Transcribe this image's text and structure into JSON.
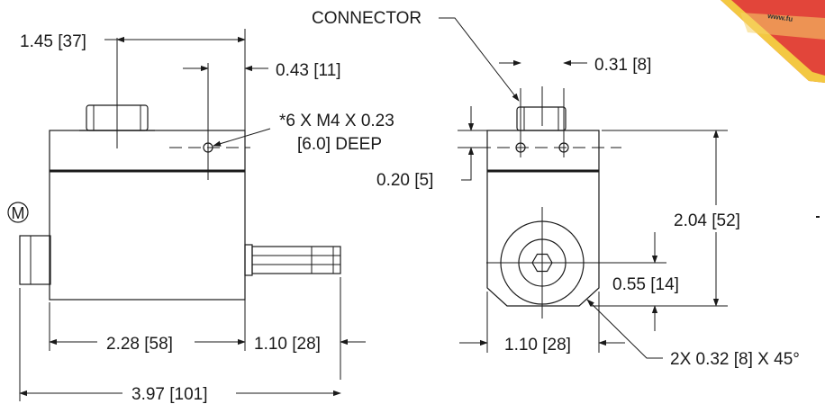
{
  "front_view": {
    "dim_overall_length": "3.97 [101]",
    "dim_body_length": "2.28 [58]",
    "dim_shaft_length": "1.10 [28]",
    "dim_connector_offset": "1.45 [37]",
    "dim_hole_offset": "0.43 [11]",
    "note_mount_holes_line1": "*6 X M4 X 0.23",
    "note_mount_holes_line2": "[6.0] DEEP",
    "side_marker": "M"
  },
  "side_view": {
    "label_connector": "CONNECTOR",
    "dim_hole_spacing": "0.31 [8]",
    "dim_hole_height": "0.20 [5]",
    "dim_height": "2.04 [52]",
    "dim_center_height": "0.55 [14]",
    "dim_width": "1.10 [28]",
    "note_chamfer": "2X 0.32 [8] X 45°"
  },
  "colors": {
    "line": "#1a1a1a",
    "product_box": "#e2453a",
    "product_box_edge": "#f3c842"
  }
}
